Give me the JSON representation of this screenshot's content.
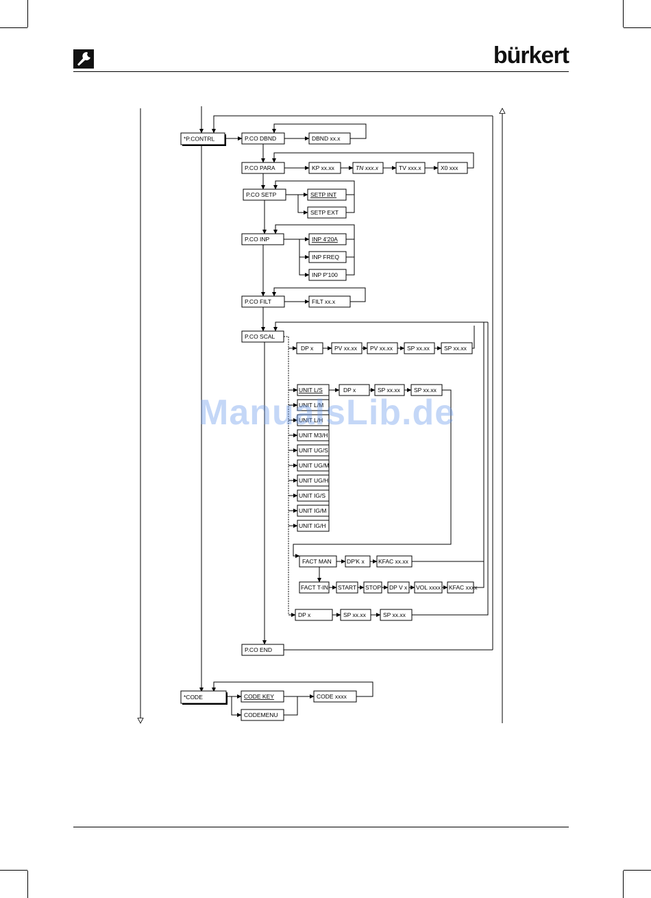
{
  "header": {
    "brand": "bürkert",
    "icon": "wrench-icon"
  },
  "watermark": "ManualsLib.de",
  "menu": {
    "pcontrl": "*P.CONTRL",
    "code": "*CODE",
    "dbnd": {
      "title": "P.CO DBND",
      "value": "DBND xx.x"
    },
    "para": {
      "title": "P.CO PARA",
      "kp": "KP xx.xx",
      "tn": "TN xxx.x",
      "tv": "TV xxx.x",
      "x0": "X0 xxx"
    },
    "setp": {
      "title": "P.CO SETP",
      "int": "SETP INT",
      "ext": "SETP EXT"
    },
    "inp": {
      "title": "P.CO INP",
      "a420": "INP 4'20A",
      "freq": "INP FREQ",
      "p100": "INP P'100"
    },
    "filt": {
      "title": "P.CO FILT",
      "value": "FILT xx.x"
    },
    "scal": {
      "title": "P.CO SCAL",
      "row1": {
        "dp": "DP x",
        "pvlow": "PV xx.xx",
        "pvhigh": "PV xx.xx",
        "splow": "SP xx.xx",
        "sphigh": "SP xx.xx"
      },
      "units": [
        "UNIT L/S",
        "UNIT L/M",
        "UNIT L/H",
        "UNIT M3/H",
        "UNIT UG/S",
        "UNIT UG/M",
        "UNIT UG/H",
        "UNIT IG/S",
        "UNIT IG/M",
        "UNIT IG/H"
      ],
      "unit_row": {
        "dp": "DP x",
        "splow": "SP xx.xx",
        "sphigh": "SP xx.xx"
      },
      "fact_man": {
        "fact": "FACT MAN",
        "dpk": "DP'K x",
        "kfac": "KFAC xx.xx"
      },
      "fact_tin": {
        "fact": "FACT T-IN",
        "start": "START",
        "stop": "STOP",
        "dpv": "DP V x",
        "vol": "VOL xxxx",
        "kfac": "KFAC xxxx"
      },
      "row_last": {
        "dp": "DP x",
        "splow": "SP xx.xx",
        "sphigh": "SP xx.xx"
      }
    },
    "end": "P.CO END",
    "code_key": "CODE KEY",
    "code_value": "CODE xxxx",
    "codemenu": "CODEMENU"
  }
}
